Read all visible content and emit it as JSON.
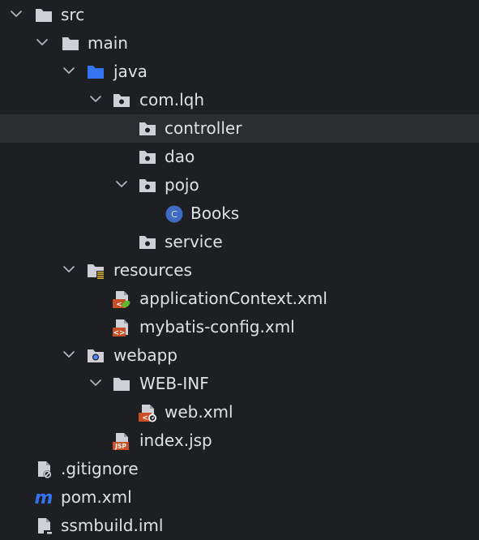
{
  "tree": {
    "items": [
      {
        "label": "src",
        "name": "tree-item-src",
        "icon": "folder-icon",
        "expanded": true,
        "depth": 0
      },
      {
        "label": "main",
        "name": "tree-item-main",
        "icon": "folder-icon",
        "expanded": true,
        "depth": 1
      },
      {
        "label": "java",
        "name": "tree-item-java",
        "icon": "source-folder-icon",
        "expanded": true,
        "depth": 2
      },
      {
        "label": "com.lqh",
        "name": "tree-item-com-lqh",
        "icon": "package-icon",
        "expanded": true,
        "depth": 3
      },
      {
        "label": "controller",
        "name": "tree-item-controller",
        "icon": "package-icon",
        "selected": true,
        "depth": 4
      },
      {
        "label": "dao",
        "name": "tree-item-dao",
        "icon": "package-icon",
        "depth": 4
      },
      {
        "label": "pojo",
        "name": "tree-item-pojo",
        "icon": "package-icon",
        "expanded": true,
        "depth": 4
      },
      {
        "label": "Books",
        "name": "tree-item-books",
        "icon": "class-icon",
        "depth": 5
      },
      {
        "label": "service",
        "name": "tree-item-service",
        "icon": "package-icon",
        "depth": 4
      },
      {
        "label": "resources",
        "name": "tree-item-resources",
        "icon": "resources-folder-icon",
        "expanded": true,
        "depth": 2
      },
      {
        "label": "applicationContext.xml",
        "name": "tree-item-applicationcontext-xml",
        "icon": "spring-xml-icon",
        "depth": 3
      },
      {
        "label": "mybatis-config.xml",
        "name": "tree-item-mybatis-config-xml",
        "icon": "xml-file-icon",
        "depth": 3
      },
      {
        "label": "webapp",
        "name": "tree-item-webapp",
        "icon": "web-folder-icon",
        "expanded": true,
        "depth": 2
      },
      {
        "label": "WEB-INF",
        "name": "tree-item-web-inf",
        "icon": "folder-icon",
        "expanded": true,
        "depth": 3
      },
      {
        "label": "web.xml",
        "name": "tree-item-web-xml",
        "icon": "web-xml-icon",
        "depth": 4
      },
      {
        "label": "index.jsp",
        "name": "tree-item-index-jsp",
        "icon": "jsp-file-icon",
        "depth": 3
      },
      {
        "label": ".gitignore",
        "name": "tree-item-gitignore",
        "icon": "gitignore-file-icon",
        "depth": 0
      },
      {
        "label": "pom.xml",
        "name": "tree-item-pom-xml",
        "icon": "maven-icon",
        "depth": 0
      },
      {
        "label": "ssmbuild.iml",
        "name": "tree-item-ssmbuild-iml",
        "icon": "iml-file-icon",
        "depth": 0
      }
    ]
  },
  "colors": {
    "background": "#1e1f22",
    "selected_row": "#2b2d30",
    "text": "#dfe1e5",
    "folder": "#ced0d6",
    "source_folder": "#3574f0",
    "class_badge": "#3d6cc0",
    "xml_badge": "#c94f26",
    "spring_leaf": "#5fb832",
    "resources_marker": "#e0b332",
    "web_dot": "#548af7"
  }
}
